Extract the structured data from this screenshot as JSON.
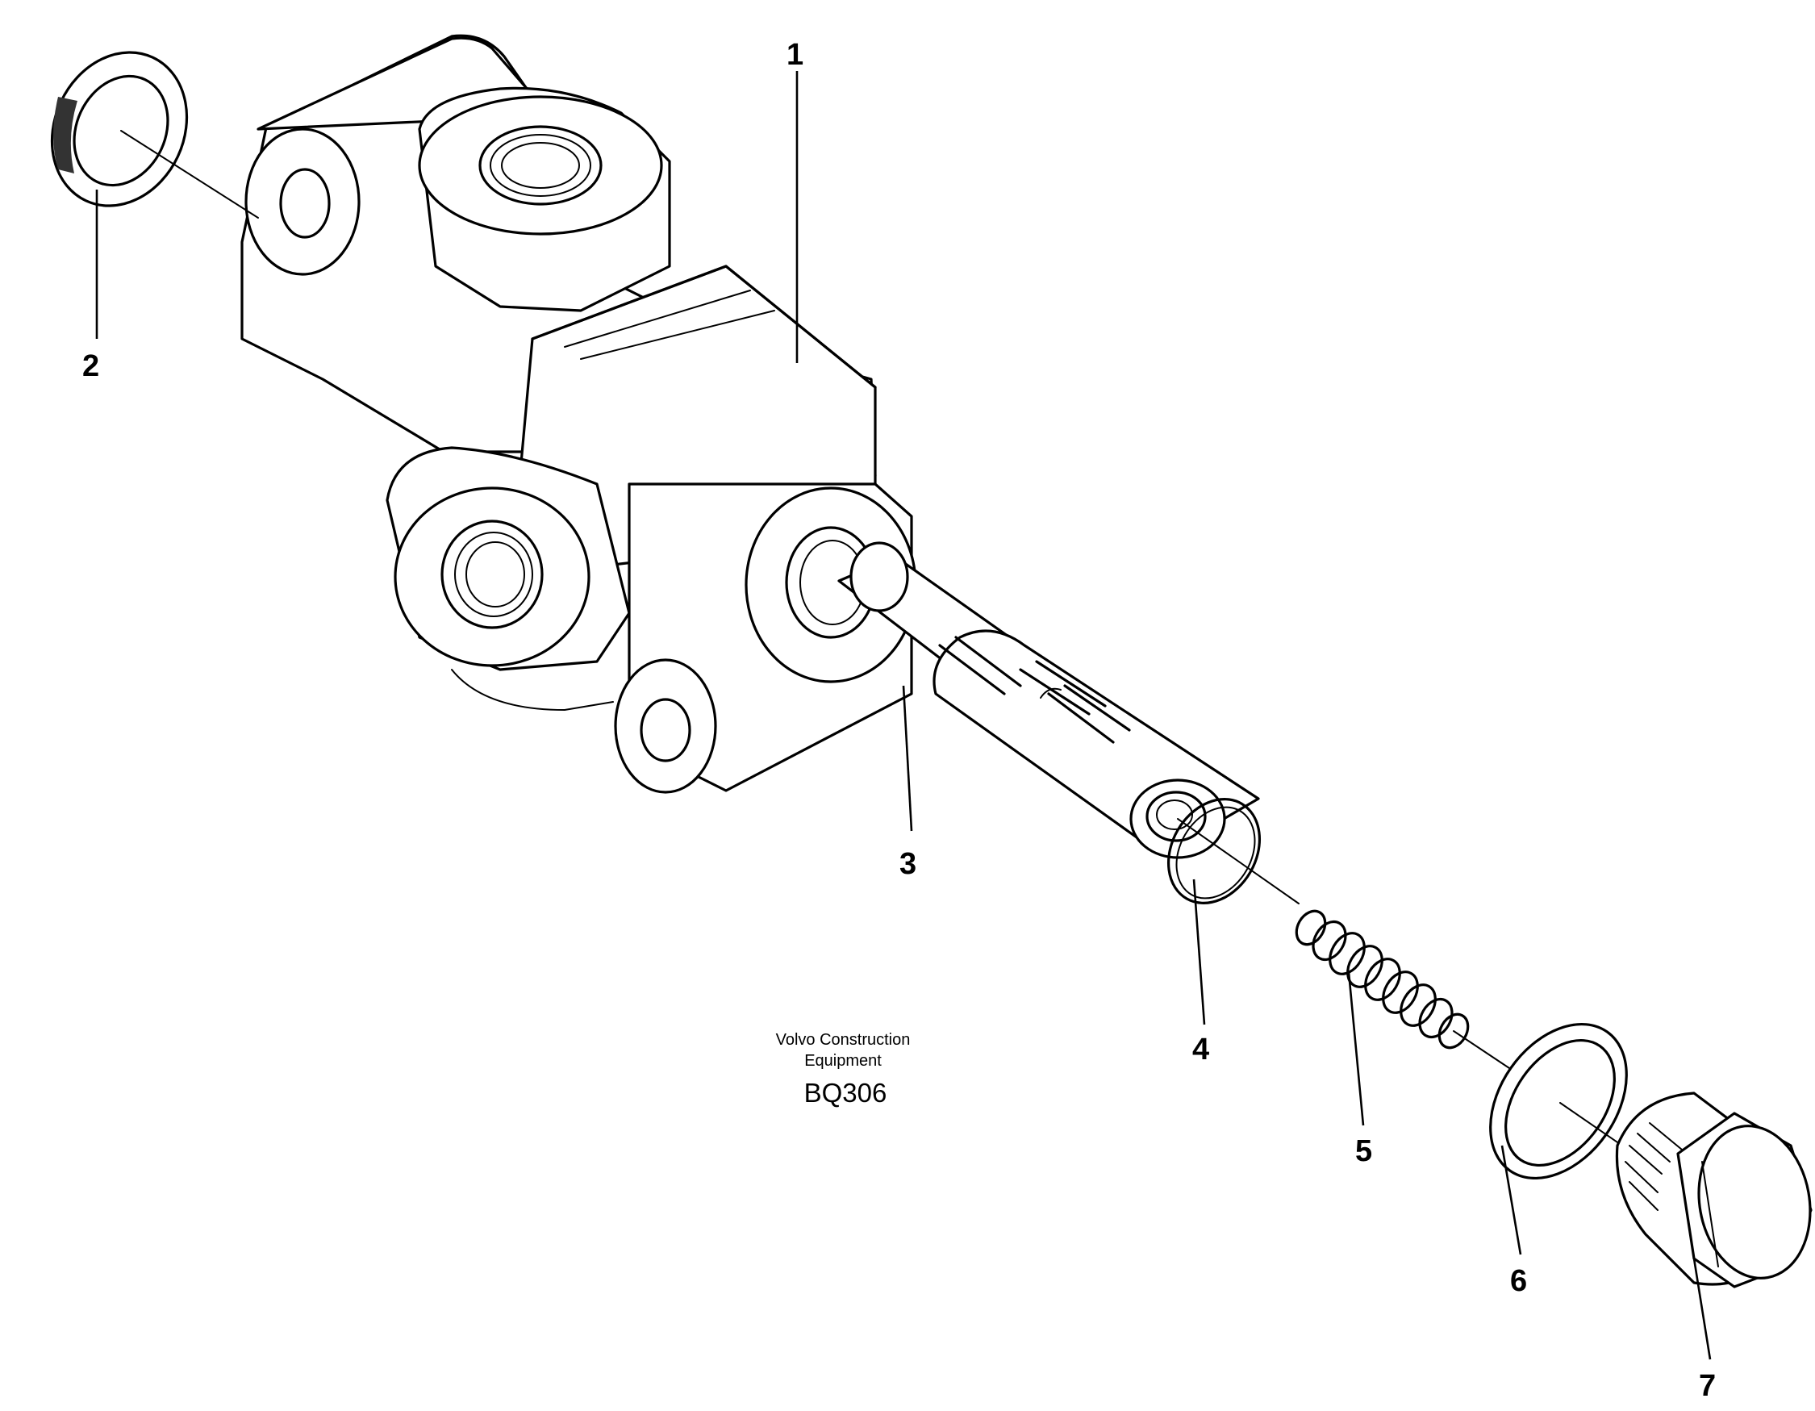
{
  "diagram": {
    "caption": {
      "line1": "Volvo Construction",
      "line2": "Equipment",
      "code": "BQ306"
    },
    "callouts": [
      {
        "id": "1",
        "label": "1"
      },
      {
        "id": "2",
        "label": "2"
      },
      {
        "id": "3",
        "label": "3"
      },
      {
        "id": "4",
        "label": "4"
      },
      {
        "id": "5",
        "label": "5"
      },
      {
        "id": "6",
        "label": "6"
      },
      {
        "id": "7",
        "label": "7"
      }
    ]
  }
}
